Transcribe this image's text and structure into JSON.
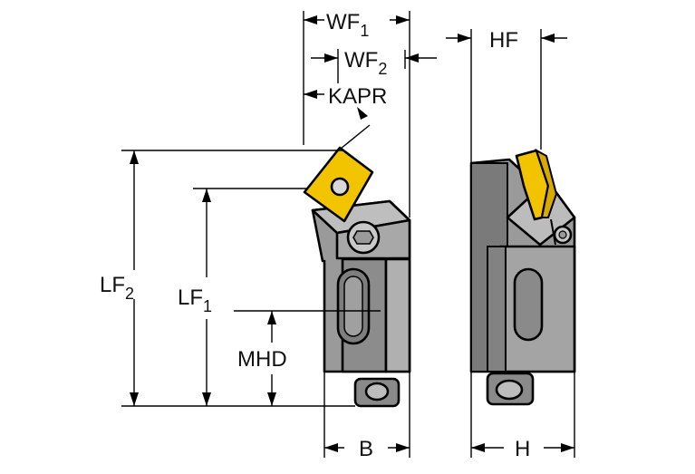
{
  "labels": {
    "wf1": {
      "main": "WF",
      "sub": "1"
    },
    "wf2": {
      "main": "WF",
      "sub": "2"
    },
    "kapr": "KAPR",
    "hf": "HF",
    "lf2": {
      "main": "LF",
      "sub": "2"
    },
    "lf1": {
      "main": "LF",
      "sub": "1"
    },
    "mhd": "MHD",
    "b": "B",
    "h": "H"
  },
  "colors": {
    "body": "#9a9a9a",
    "body_dark": "#6e6e6e",
    "body_light": "#c4c4c4",
    "insert": "#f2c400",
    "line": "#000000"
  }
}
